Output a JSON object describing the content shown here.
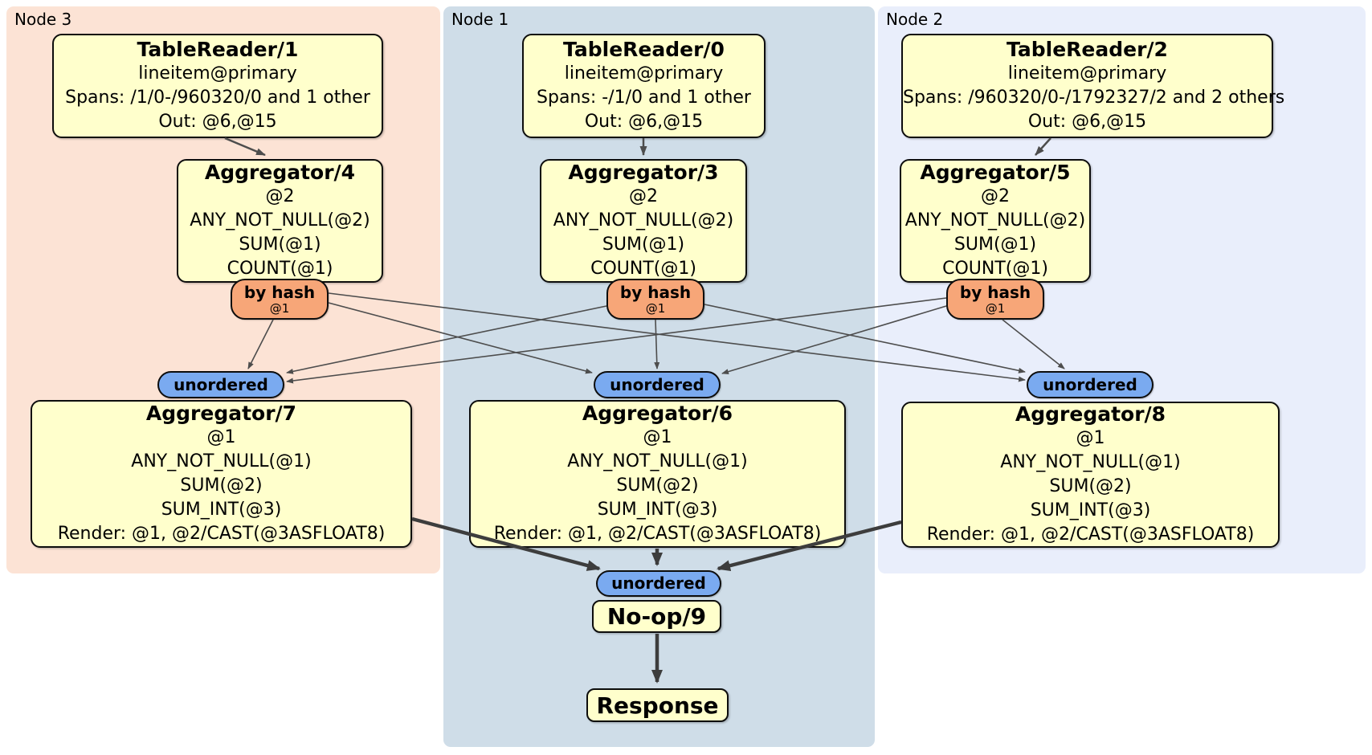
{
  "regions": {
    "node3": {
      "label": "Node 3",
      "color": "#fce3d5"
    },
    "node1": {
      "label": "Node 1",
      "color": "#cfdde8"
    },
    "node2": {
      "label": "Node 2",
      "color": "#e9eefb"
    }
  },
  "nodes": {
    "tr1": {
      "title": "TableReader/1",
      "lines": [
        "lineitem@primary",
        "Spans: /1/0-/960320/0 and 1 other",
        "Out: @6,@15"
      ]
    },
    "tr0": {
      "title": "TableReader/0",
      "lines": [
        "lineitem@primary",
        "Spans: -/1/0 and 1 other",
        "Out: @6,@15"
      ]
    },
    "tr2": {
      "title": "TableReader/2",
      "lines": [
        "lineitem@primary",
        "Spans: /960320/0-/1792327/2 and 2 others",
        "Out: @6,@15"
      ]
    },
    "agg4": {
      "title": "Aggregator/4",
      "lines": [
        "@2",
        "ANY_NOT_NULL(@2)",
        "SUM(@1)",
        "COUNT(@1)"
      ]
    },
    "agg3": {
      "title": "Aggregator/3",
      "lines": [
        "@2",
        "ANY_NOT_NULL(@2)",
        "SUM(@1)",
        "COUNT(@1)"
      ]
    },
    "agg5": {
      "title": "Aggregator/5",
      "lines": [
        "@2",
        "ANY_NOT_NULL(@2)",
        "SUM(@1)",
        "COUNT(@1)"
      ]
    },
    "agg7": {
      "title": "Aggregator/7",
      "lines": [
        "@1",
        "ANY_NOT_NULL(@1)",
        "SUM(@2)",
        "SUM_INT(@3)",
        "Render: @1, @2/CAST(@3ASFLOAT8)"
      ]
    },
    "agg6": {
      "title": "Aggregator/6",
      "lines": [
        "@1",
        "ANY_NOT_NULL(@1)",
        "SUM(@2)",
        "SUM_INT(@3)",
        "Render: @1, @2/CAST(@3ASFLOAT8)"
      ]
    },
    "agg8": {
      "title": "Aggregator/8",
      "lines": [
        "@1",
        "ANY_NOT_NULL(@1)",
        "SUM(@2)",
        "SUM_INT(@3)",
        "Render: @1, @2/CAST(@3ASFLOAT8)"
      ]
    },
    "noop": {
      "title": "No-op/9"
    },
    "response": {
      "title": "Response"
    }
  },
  "routers": {
    "by_hash_label": "by hash",
    "by_hash_detail": "@1",
    "sync_unordered": "unordered"
  },
  "colors": {
    "box_fill": "#ffffcc",
    "box_border": "#0d0d0d",
    "hash_router_fill": "#f7a678",
    "unordered_sync_fill": "#7aaaf0",
    "edge_thin": "#4d4d4d",
    "edge_thick": "#3d3d3d"
  }
}
